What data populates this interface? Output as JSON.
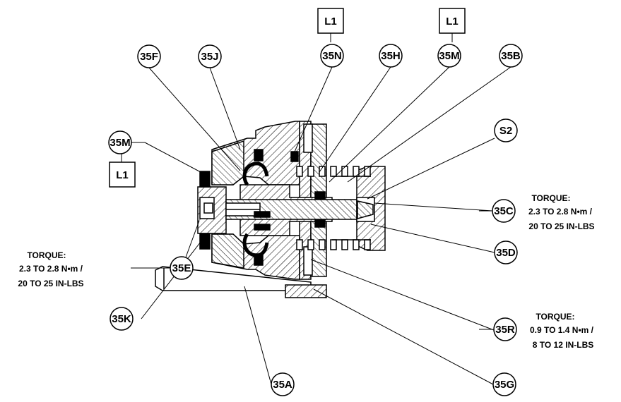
{
  "callouts": {
    "c35F": "35F",
    "c35J": "35J",
    "c35N": "35N",
    "c35H": "35H",
    "c35M_top": "35M",
    "c35B": "35B",
    "c35M_left": "35M",
    "cS2": "S2",
    "c35C": "35C",
    "c35D": "35D",
    "c35E": "35E",
    "c35K": "35K",
    "c35R": "35R",
    "c35A": "35A",
    "c35G": "35G"
  },
  "lube_boxes": {
    "left": "L1",
    "top_35N": "L1",
    "top_35M": "L1"
  },
  "torque_notes": {
    "c35C": {
      "title": "TORQUE:",
      "line1": "2.3 TO 2.8 N•m /",
      "line2": "20 TO 25 IN-LBS"
    },
    "c35E": {
      "title": "TORQUE:",
      "line1": "2.3 TO 2.8 N•m /",
      "line2": "20 TO 25 IN-LBS"
    },
    "c35R": {
      "title": "TORQUE:",
      "line1": "0.9 TO 1.4 N•m /",
      "line2": "8 TO 12 IN-LBS"
    }
  }
}
